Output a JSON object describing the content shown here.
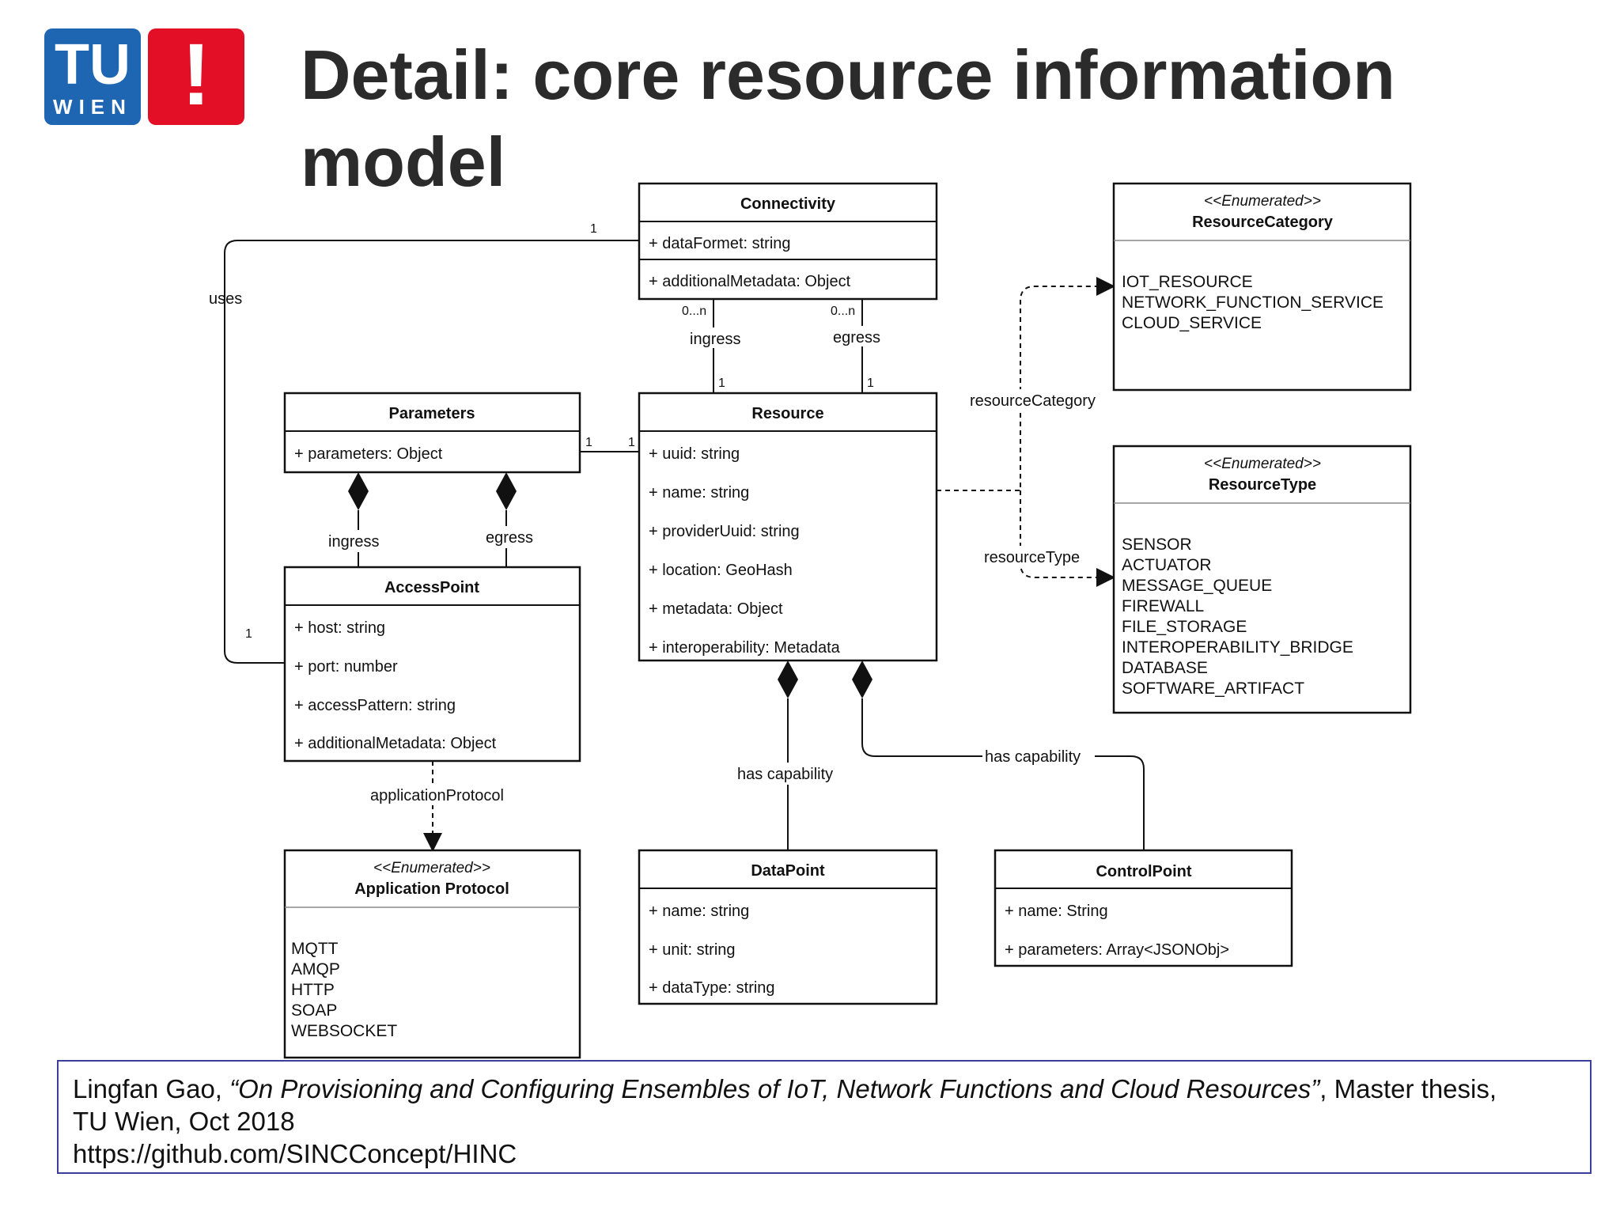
{
  "logo": {
    "left_text": "TU",
    "sub_text": "WIEN",
    "mark": "!"
  },
  "title": "Detail: core resource information model",
  "classes": {
    "connectivity": {
      "name": "Connectivity",
      "attrs": [
        "+ dataFormet: string",
        "+ additionalMetadata: Object"
      ]
    },
    "resource": {
      "name": "Resource",
      "attrs": [
        "+ uuid: string",
        "+ name: string",
        "+ providerUuid: string",
        "+ location: GeoHash",
        "+ metadata: Object",
        "+ interoperability: Metadata"
      ]
    },
    "parameters": {
      "name": "Parameters",
      "attrs": [
        "+ parameters: Object"
      ]
    },
    "accesspoint": {
      "name": "AccessPoint",
      "attrs": [
        "+ host: string",
        "+ port: number",
        "+ accessPattern: string",
        "+ additionalMetadata: Object"
      ]
    },
    "datapoint": {
      "name": "DataPoint",
      "attrs": [
        "+ name: string",
        "+ unit: string",
        "+ dataType: string"
      ]
    },
    "controlpoint": {
      "name": "ControlPoint",
      "attrs": [
        "+ name: String",
        "+ parameters: Array<JSONObj>"
      ]
    },
    "resourcecategory": {
      "stereotype": "<<Enumerated>>",
      "name": "ResourceCategory",
      "literals": [
        "IOT_RESOURCE",
        "NETWORK_FUNCTION_SERVICE",
        "CLOUD_SERVICE"
      ]
    },
    "resourcetype": {
      "stereotype": "<<Enumerated>>",
      "name": "ResourceType",
      "literals": [
        "SENSOR",
        "ACTUATOR",
        "MESSAGE_QUEUE",
        "FIREWALL",
        "FILE_STORAGE",
        "INTEROPERABILITY_BRIDGE",
        "DATABASE",
        "SOFTWARE_ARTIFACT"
      ]
    },
    "appprotocol": {
      "stereotype": "<<Enumerated>>",
      "name": "Application Protocol",
      "literals": [
        "MQTT",
        "AMQP",
        "HTTP",
        "SOAP",
        "WEBSOCKET"
      ]
    }
  },
  "edges": {
    "uses": "uses",
    "uses_mult_top": "1",
    "uses_mult_bottom": "1",
    "conn_ingress": "ingress",
    "conn_egress": "egress",
    "conn_mult_left": "0...n",
    "conn_mult_right": "0...n",
    "res_mult_left": "1",
    "res_mult_right": "1",
    "param_res_mult_left": "1",
    "param_res_mult_right": "1",
    "param_ingress": "ingress",
    "param_egress": "egress",
    "resource_category": "resourceCategory",
    "resource_type": "resourceType",
    "has_capability_data": "has capability",
    "has_capability_control": "has capability",
    "application_protocol": "applicationProtocol"
  },
  "reference": {
    "author": "Lingfan Gao, ",
    "title": "“On Provisioning and Configuring Ensembles of IoT, Network Functions and Cloud Resources”",
    "suffix": ", Master thesis,",
    "line2": "TU Wien, Oct 2018",
    "url": "https://github.com/SINCConcept/HINC"
  }
}
